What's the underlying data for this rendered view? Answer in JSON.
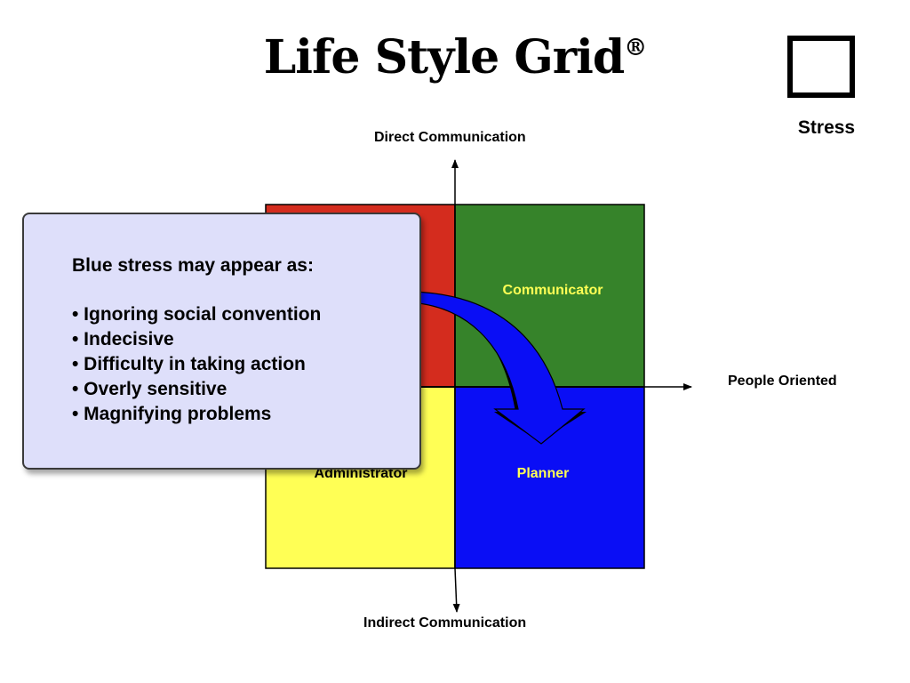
{
  "title": "Life Style Grid",
  "title_mark": "®",
  "legend": {
    "label": "Stress"
  },
  "axes": {
    "top": "Direct Communication",
    "bottom": "Indirect Communication",
    "right": "People Oriented"
  },
  "quadrants": [
    {
      "id": "top-left",
      "label": "",
      "color": "#d42c1e"
    },
    {
      "id": "top-right",
      "label": "Communicator",
      "color": "#36832a",
      "label_color": "#ffff55"
    },
    {
      "id": "bottom-left",
      "label": "Administrator",
      "color": "#ffff55",
      "label_color": "#000000"
    },
    {
      "id": "bottom-right",
      "label": "Planner",
      "color": "#0a0ef5",
      "label_color": "#ffff55"
    }
  ],
  "arrow": {
    "color": "#0a0ef5"
  },
  "callout": {
    "heading": "Blue stress may appear as:",
    "items": [
      "• Ignoring social convention",
      "• Indecisive",
      "• Difficulty in taking action",
      "• Overly sensitive",
      "• Magnifying problems"
    ],
    "background": "#dedffa"
  }
}
